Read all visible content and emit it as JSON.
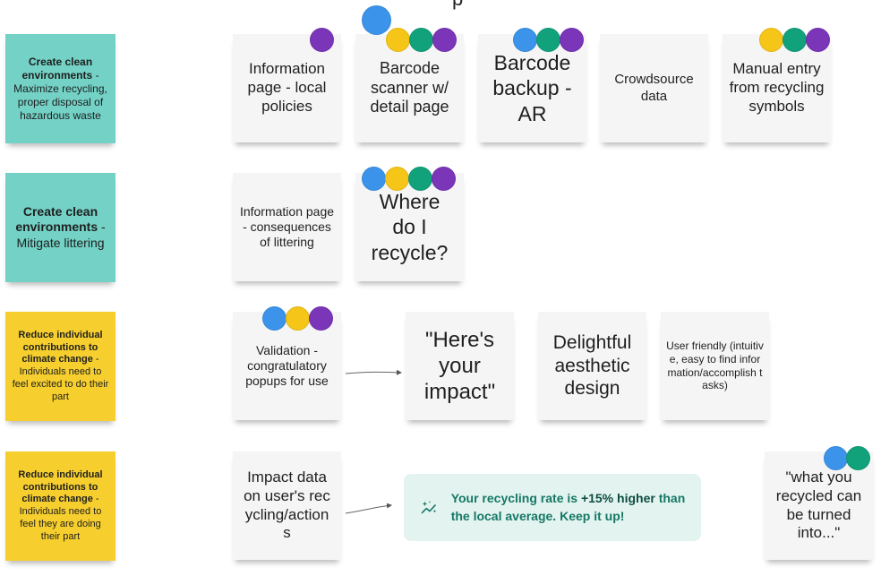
{
  "top_fragment": "p",
  "rows": [
    {
      "label": {
        "bold": "Create clean environments",
        "rest": " - Maximize recycling, proper disposal of hazardous waste"
      },
      "notes": [
        "Information page - local policies",
        "Barcode scanner w/ detail page",
        "Barcode backup - AR",
        "Crowdsource data",
        "Manual entry from recycling symbols"
      ]
    },
    {
      "label": {
        "bold": "Create clean environments",
        "rest": " - Mitigate littering"
      },
      "notes": [
        "Information page - consequences of littering",
        "Where do I recycle?"
      ]
    },
    {
      "label": {
        "bold": "Reduce individual contributions to climate change",
        "rest": " - Individuals need to feel excited to do their part"
      },
      "notes": [
        "Validation - congratulatory popups for use",
        "\"Here's your impact\"",
        "Delightful aesthetic design",
        "User friendly (intuitive, easy to find information/accomplish tasks)"
      ]
    },
    {
      "label": {
        "bold": "Reduce individual contributions to climate change",
        "rest": " - Individuals need to feel they are doing their part"
      },
      "notes": [
        "Impact data on user's recycling/actions",
        "\"what you recycled can be turned into...\""
      ]
    }
  ],
  "toast": {
    "prefix": "Your recycling rate is ",
    "highlight": "+15% higher",
    "suffix": " than the local average. Keep it up!",
    "icon": "sparkle-trend-icon"
  },
  "vote_colors": {
    "purple": "#7a35b8",
    "yellow": "#f5c518",
    "green": "#11a27b",
    "blue": "#3b93ea"
  }
}
